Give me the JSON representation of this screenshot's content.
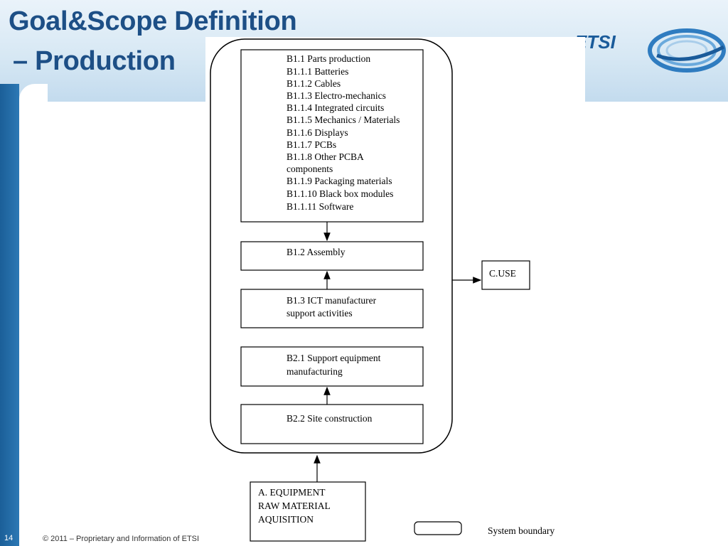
{
  "slide": {
    "title_line1": "Goal&Scope Definition",
    "title_line2": "– Production",
    "page_number": "14",
    "copyright": "© 2011 – Proprietary and Information of ETSI",
    "logo_text": "ETSI"
  },
  "diagram": {
    "parts_box": [
      "B1.1 Parts production",
      "B1.1.1 Batteries",
      "B1.1.2 Cables",
      "B1.1.3 Electro-mechanics",
      "B1.1.4 Integrated circuits",
      "B1.1.5 Mechanics / Materials",
      "B1.1.6 Displays",
      "B1.1.7 PCBs",
      "B1.1.8 Other PCBA",
      "components",
      "B1.1.9 Packaging materials",
      "B1.1.10 Black box modules",
      "B1.1.11 Software"
    ],
    "assembly": "B1.2 Assembly",
    "ict_support_line1": "B1.3 ICT manufacturer",
    "ict_support_line2": "support activities",
    "support_equipment_line1": "B2.1 Support equipment",
    "support_equipment_line2": "manufacturing",
    "site_construction": "B2.2 Site construction",
    "use": "C.USE",
    "raw_material_line1": "A. EQUIPMENT",
    "raw_material_line2": "RAW MATERIAL",
    "raw_material_line3": "AQUISITION",
    "legend_label": "System boundary"
  },
  "colors": {
    "title": "#1d4f86",
    "left_bar": "#1b5f98",
    "logo": "#1a5b9a"
  }
}
